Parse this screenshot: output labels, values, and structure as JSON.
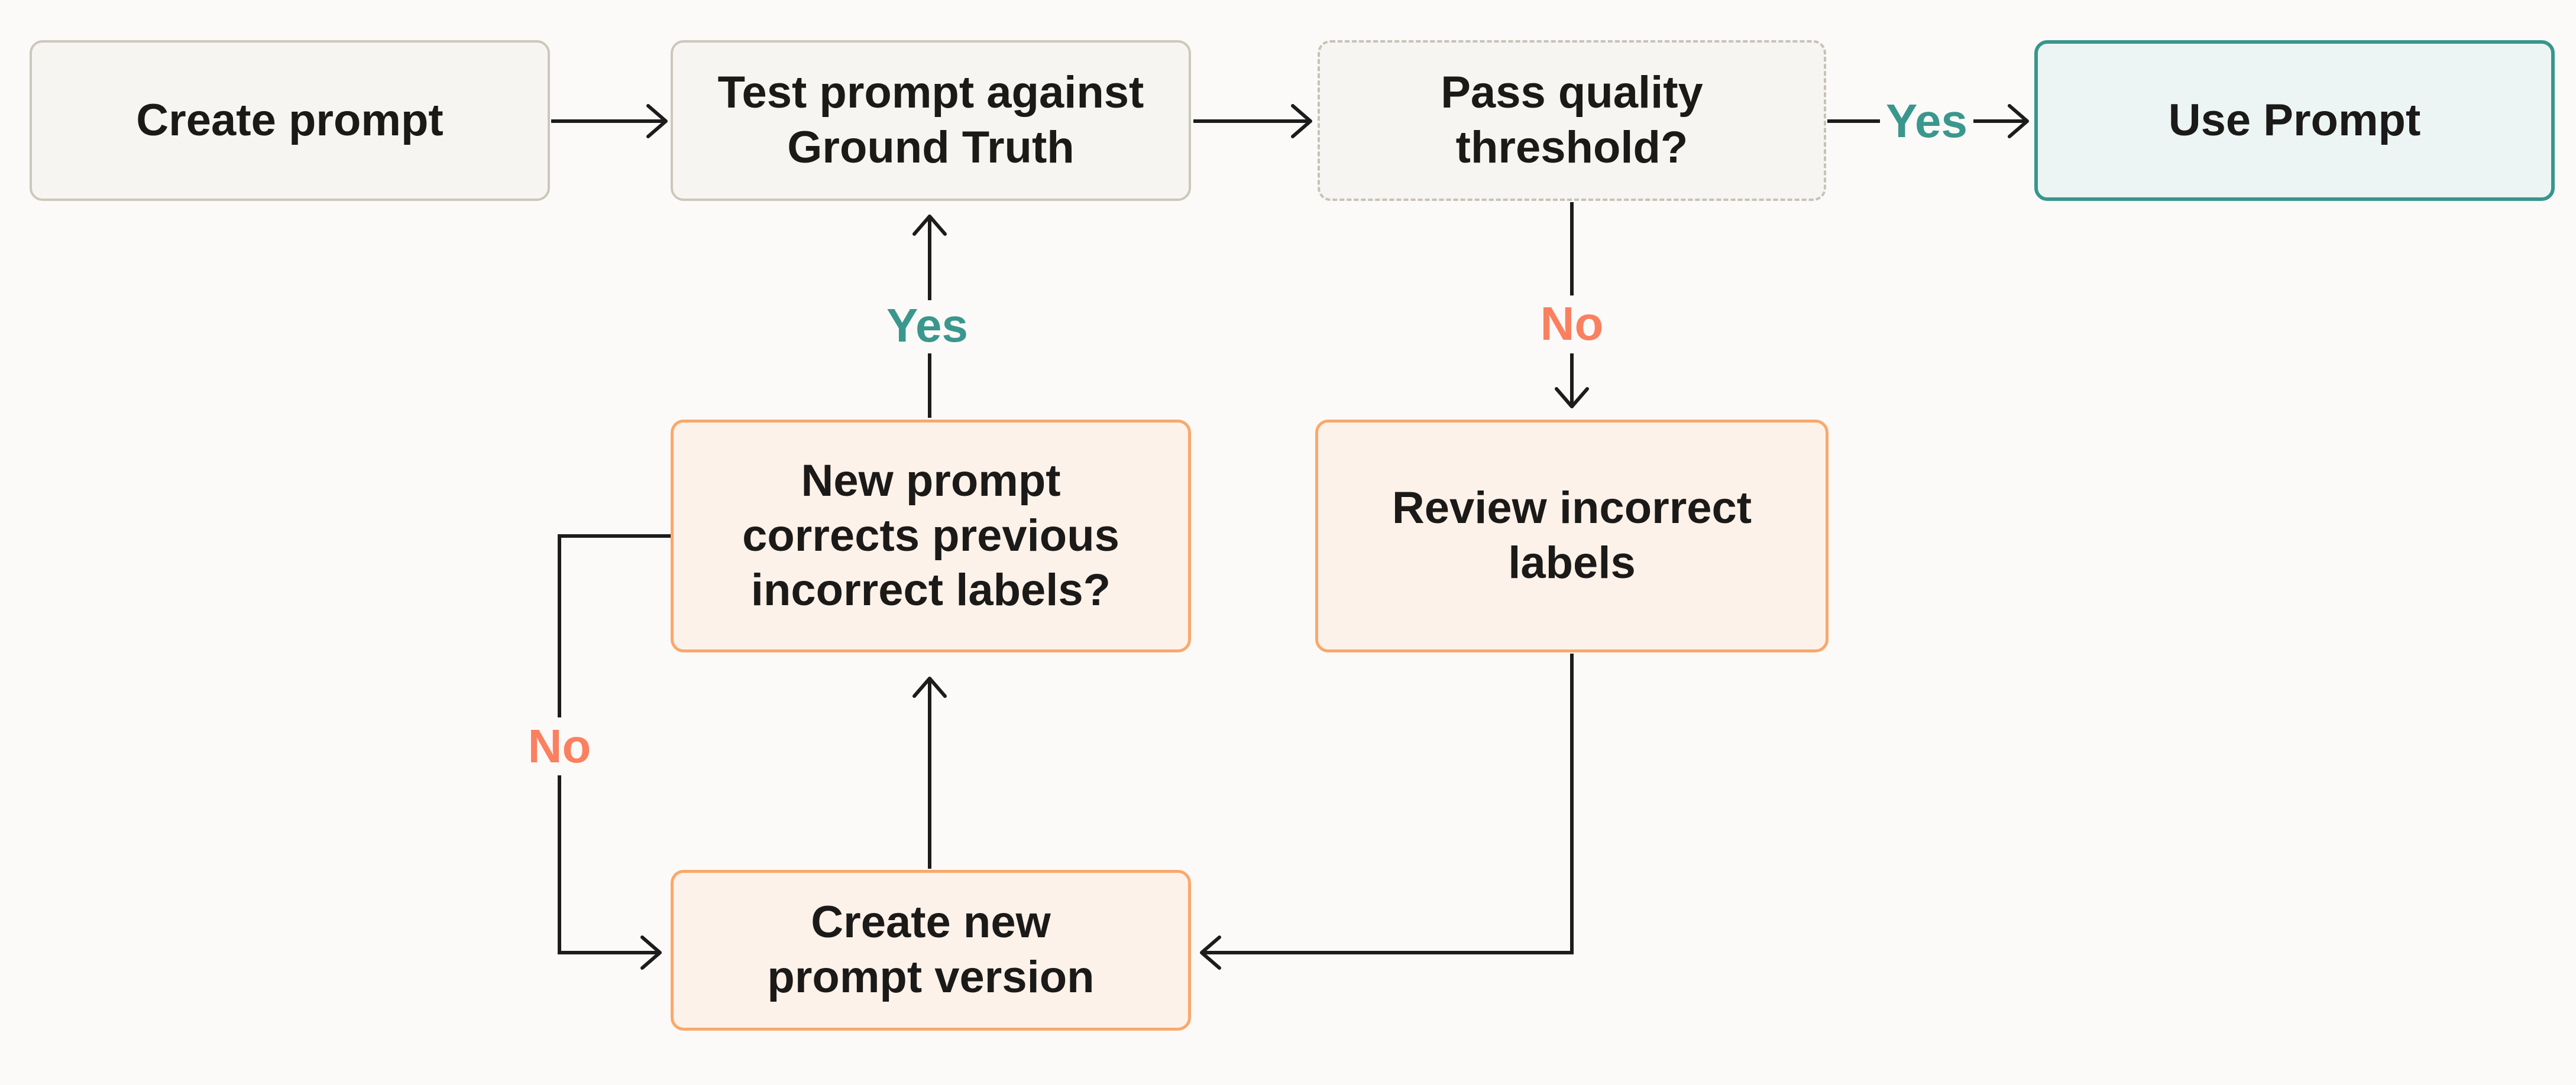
{
  "nodes": {
    "create_prompt": {
      "label": "Create prompt"
    },
    "test_prompt": {
      "label": "Test prompt against\nGround Truth"
    },
    "pass_threshold": {
      "label": "Pass quality\nthreshold?"
    },
    "use_prompt": {
      "label": "Use Prompt"
    },
    "new_prompt_corrects": {
      "label": "New prompt\ncorrects previous\nincorrect labels?"
    },
    "review_labels": {
      "label": "Review incorrect\nlabels"
    },
    "create_new_version": {
      "label": "Create new\nprompt version"
    }
  },
  "edge_labels": {
    "yes_top": "Yes",
    "yes_middle": "Yes",
    "no_right": "No",
    "no_left": "No"
  },
  "colors": {
    "bg": "#fbfaf8",
    "text": "#1b1a18",
    "arrow": "#1c1c1c",
    "neutral_fill": "#f6f5f2",
    "neutral_border": "#cdc7bb",
    "dashed_border": "#c8c2b6",
    "teal_fill": "#edf5f4",
    "teal_border": "#37968d",
    "teal_text": "#3a978d",
    "orange_fill": "#fdf2ea",
    "orange_border": "#f9a86b",
    "coral_text": "#fa8060"
  }
}
